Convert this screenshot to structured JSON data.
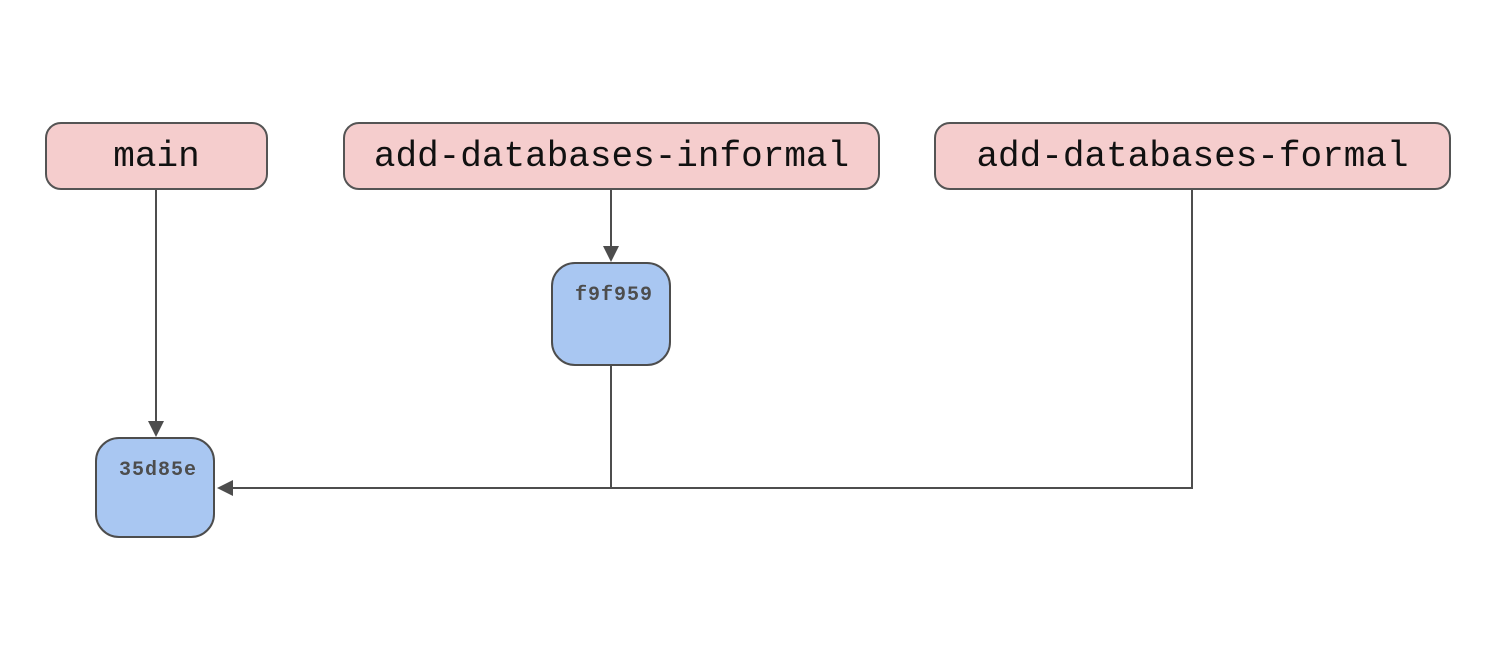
{
  "diagram": {
    "type": "git-branch-graph",
    "branches": [
      {
        "label": "main"
      },
      {
        "label": "add-databases-informal"
      },
      {
        "label": "add-databases-formal"
      }
    ],
    "commits": [
      {
        "id": "f9f959"
      },
      {
        "id": "35d85e"
      }
    ],
    "edges": [
      {
        "from": "main",
        "to": "35d85e",
        "style": "arrow-down"
      },
      {
        "from": "add-databases-informal",
        "to": "f9f959",
        "style": "arrow-down"
      },
      {
        "from": "f9f959",
        "to": "35d85e",
        "style": "elbow-left-arrow"
      },
      {
        "from": "add-databases-formal",
        "to": "35d85e",
        "style": "elbow-left-arrow"
      }
    ],
    "colors": {
      "branch_fill": "#f5cdcd",
      "branch_border": "#545454",
      "commit_fill": "#a9c7f2",
      "commit_border": "#4d4d4d",
      "edge_line": "#4d4d4d",
      "commit_text": "#4d4d4d",
      "label_text": "#111111",
      "background": "#ffffff"
    }
  }
}
